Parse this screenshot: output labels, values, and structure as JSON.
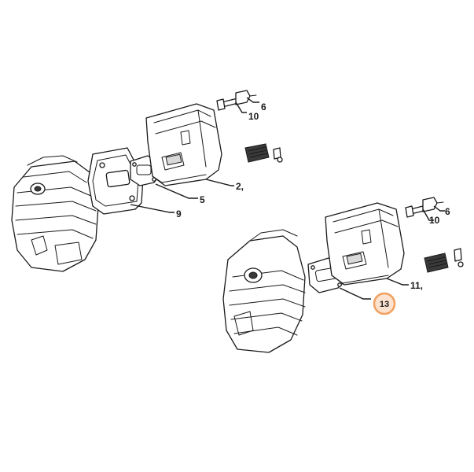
{
  "colors": {
    "background": "#ffffff",
    "line": "#1a1a1a",
    "highlight_ring": "#f0a060",
    "highlight_fill": "#fde3cf"
  },
  "callouts": {
    "top_screw": "6",
    "top_bolt": "10",
    "top_muffler": "2,",
    "top_gasket_small": "5",
    "top_gasket_plate": "9",
    "bottom_screw": "6",
    "bottom_bolt": "10",
    "bottom_muffler": "11,",
    "highlighted": "13"
  }
}
